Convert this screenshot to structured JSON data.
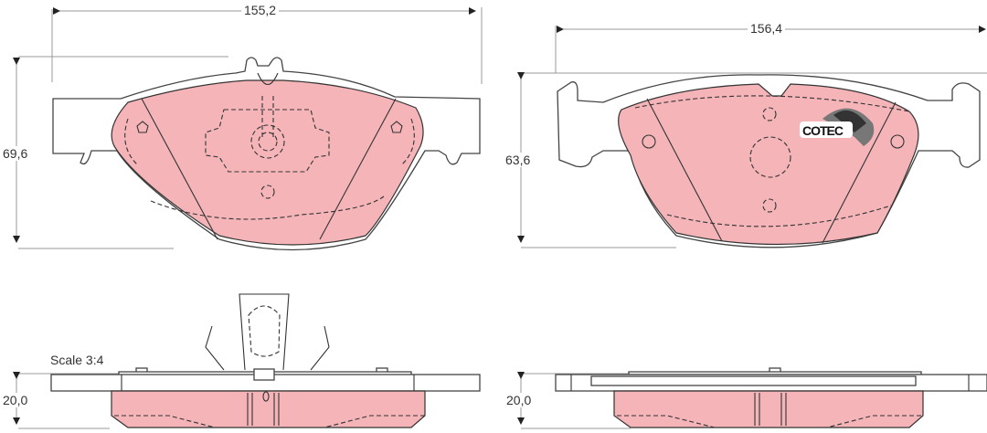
{
  "front_pad_1": {
    "width_dim": "155,2",
    "height_dim": "69,6"
  },
  "front_pad_2": {
    "width_dim": "156,4",
    "height_dim": "63,6",
    "logo": "COTEC"
  },
  "side_view_1": {
    "thickness_dim": "20,0",
    "scale_label": "Scale 3:4"
  },
  "side_view_2": {
    "thickness_dim": "20,0"
  },
  "colors": {
    "friction": "#f4b4b8",
    "outline": "#333333"
  }
}
